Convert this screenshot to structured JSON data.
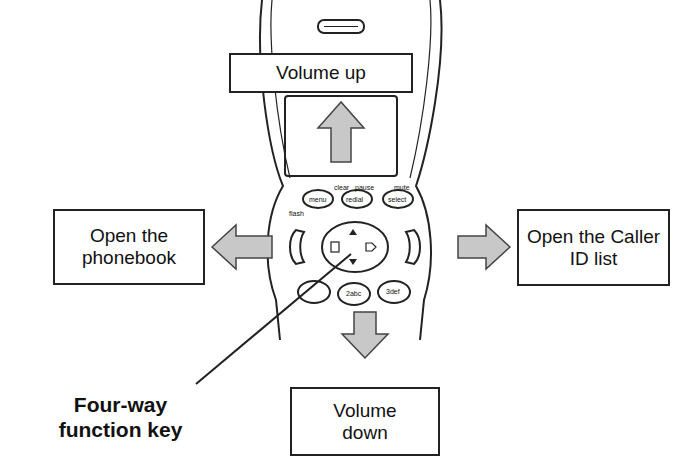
{
  "diagram": {
    "nodes": [
      {
        "text": [
          "Volume up"
        ]
      },
      {
        "text": [
          "Open the phonebook"
        ]
      },
      {
        "text": [
          "Open the Caller ID list"
        ]
      },
      {
        "text": [
          "Volume down"
        ]
      }
    ],
    "labels": [
      "Four-way function key",
      "clear",
      "pause",
      "mute",
      "menu",
      "redial",
      "select",
      "flash",
      "2abc",
      "3def"
    ]
  }
}
